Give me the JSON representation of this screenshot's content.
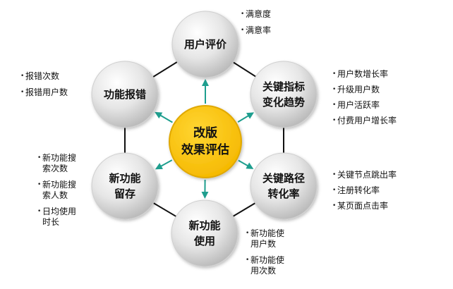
{
  "center": {
    "label": "改版\n效果评估",
    "color": "#FCC200",
    "stroke": "#E0A800"
  },
  "colors": {
    "ring": "#111111",
    "arrow": "#1E9E8E",
    "node_light": "#FFFFFF",
    "node_dark": "#BBBBBB"
  },
  "nodes": [
    {
      "id": "user-rating",
      "label": "用户评价",
      "metrics": [
        "满意度",
        "满意率"
      ]
    },
    {
      "id": "key-metric-trend",
      "label": "关键指标\n变化趋势",
      "metrics": [
        "用户数增长率",
        "升级用户数",
        "用户活跃率",
        "付费用户增长率"
      ]
    },
    {
      "id": "key-path-conversion",
      "label": "关键路径\n转化率",
      "metrics": [
        "关键节点跳出率",
        "注册转化率",
        "某页面点击率"
      ]
    },
    {
      "id": "new-feature-usage",
      "label": "新功能\n使用",
      "metrics": [
        "新功能使\n用户数",
        "新功能使\n用次数"
      ]
    },
    {
      "id": "new-feature-retention",
      "label": "新功能\n留存",
      "metrics": [
        "新功能搜\n索次数",
        "新功能搜\n索人数",
        "日均使用\n时长"
      ]
    },
    {
      "id": "feature-bug-report",
      "label": "功能报错",
      "metrics": [
        "报错次数",
        "报错用户数"
      ]
    }
  ]
}
